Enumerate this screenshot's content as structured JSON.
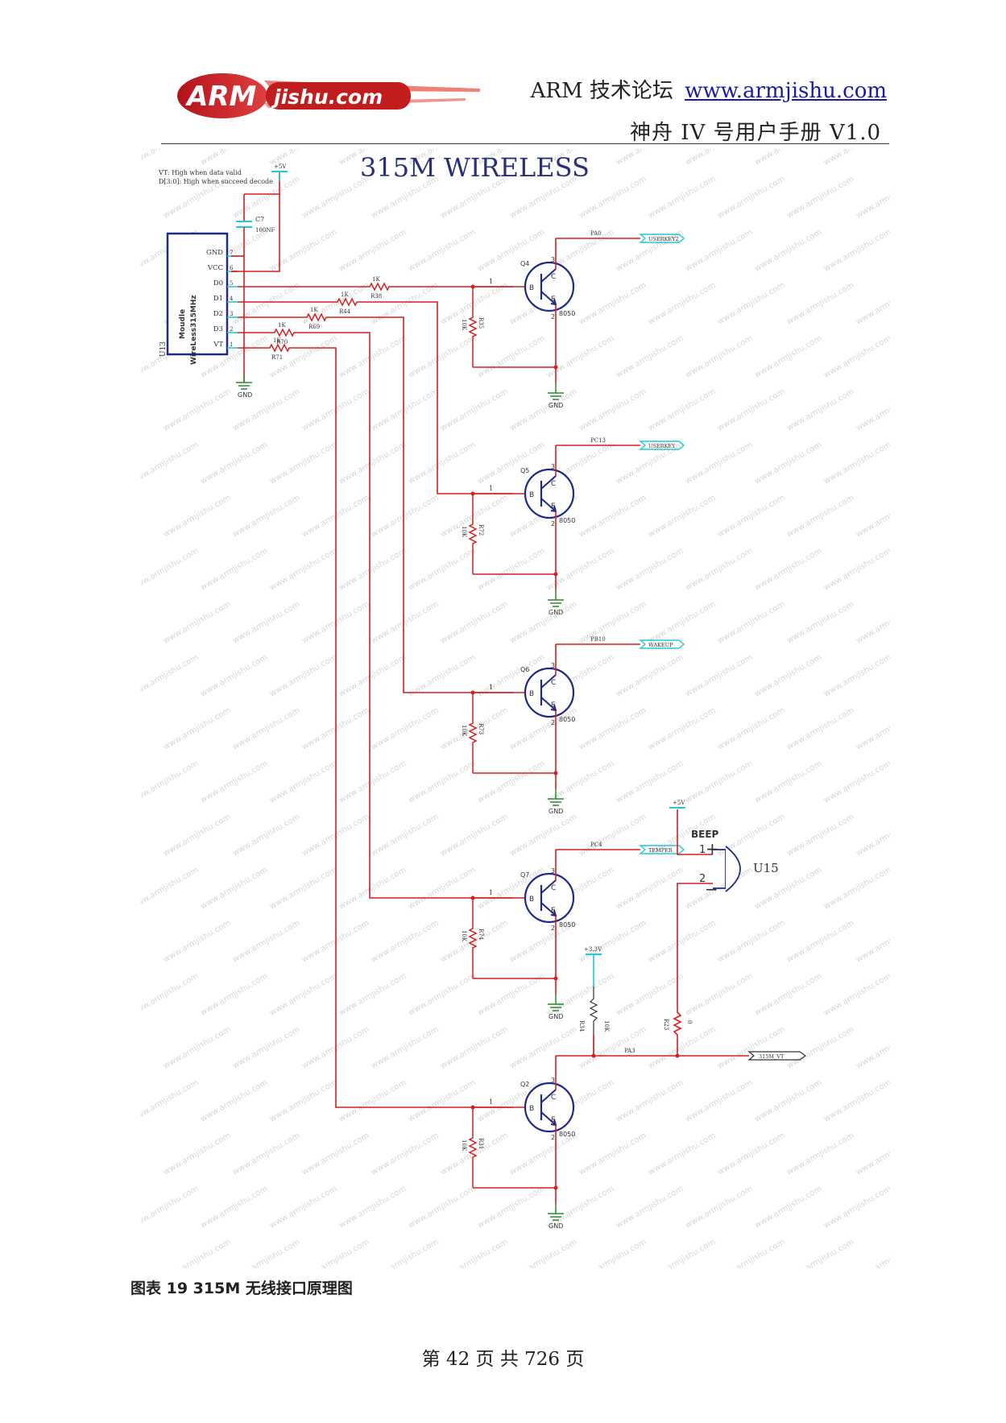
{
  "header": {
    "logo_text": "ARM jishu.com",
    "forum_label": "ARM 技术论坛",
    "site_url": "www.armjishu.com",
    "manual_title": "神舟 IV 号用户手册 V1.0"
  },
  "schematic": {
    "title": "315M WIRELESS",
    "notes": [
      "VT: High when data valid",
      "D[3:0]: High when succeed decode"
    ],
    "watermark": "www.armjishu.com",
    "module": {
      "ref": "U13",
      "name": "Moudle",
      "part": "WireLess315MHz",
      "pins": [
        {
          "name": "GND",
          "num": "7"
        },
        {
          "name": "VCC",
          "num": "6"
        },
        {
          "name": "D0",
          "num": "5"
        },
        {
          "name": "D1",
          "num": "4"
        },
        {
          "name": "D2",
          "num": "3"
        },
        {
          "name": "D3",
          "num": "2"
        },
        {
          "name": "VT",
          "num": "1"
        }
      ]
    },
    "supply": {
      "plus5v": "+5V",
      "plus3v3": "+3.3V",
      "gnd": "GND"
    },
    "capacitor": {
      "ref": "C7",
      "value": "100NF"
    },
    "series_resistors": [
      {
        "ref": "R38",
        "value": "1K"
      },
      {
        "ref": "R44",
        "value": "1K"
      },
      {
        "ref": "R69",
        "value": "1K"
      },
      {
        "ref": "R70",
        "value": "1K"
      },
      {
        "ref": "R71",
        "value": "1K"
      }
    ],
    "transistors": [
      {
        "ref": "Q4",
        "part": "8050",
        "pulldown_ref": "R35",
        "pulldown_value": "10K",
        "net": "PA0",
        "port": "USERKEY2"
      },
      {
        "ref": "Q5",
        "part": "8050",
        "pulldown_ref": "R72",
        "pulldown_value": "10K",
        "net": "PC13",
        "port": "USERKEY"
      },
      {
        "ref": "Q6",
        "part": "8050",
        "pulldown_ref": "R73",
        "pulldown_value": "10K",
        "net": "PB10",
        "port": "WAKEUP"
      },
      {
        "ref": "Q7",
        "part": "8050",
        "pulldown_ref": "R74",
        "pulldown_value": "10K",
        "net": "PC4",
        "port": "TEMPER"
      },
      {
        "ref": "Q2",
        "part": "8050",
        "pulldown_ref": "R31",
        "pulldown_value": "10K",
        "net": "PA3",
        "port": "315M_VT"
      }
    ],
    "pin_labels": {
      "base": "1",
      "collector": "3",
      "emitter": "2",
      "b": "B",
      "c": "C",
      "e": "E"
    },
    "pullup": {
      "ref": "R34",
      "value": "10K"
    },
    "buzzer": {
      "ref": "U15",
      "label": "BEEP",
      "series_ref": "R23",
      "series_value": "0",
      "pin1": "1",
      "pin2": "2",
      "plus": "+",
      "minus": "−"
    }
  },
  "caption": "图表 19 315M 无线接口原理图",
  "footer": "第 42 页 共 726 页",
  "colors": {
    "wire": "#d42020",
    "wire_cyan": "#25c9d6",
    "title_blue": "#28307a",
    "logo_red": "#c21d1d"
  }
}
